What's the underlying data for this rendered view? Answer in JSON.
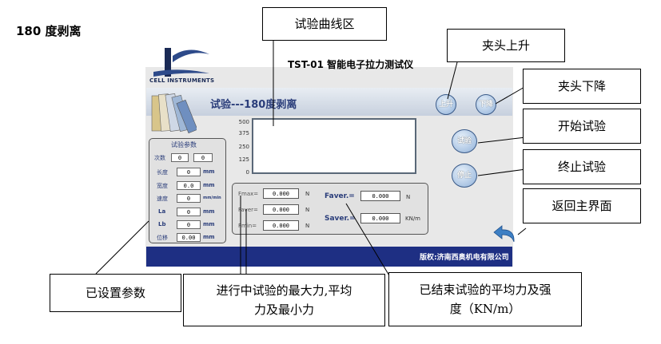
{
  "heading": "180 度剥离",
  "logo": {
    "text": "CELL INSTRUMENTS"
  },
  "device_title": "TST-01  智能电子拉力测试仪",
  "screen_title": "试验---180度剥离",
  "chart": {
    "y_ticks": [
      "500",
      "375",
      "250",
      "125",
      "0"
    ]
  },
  "params": {
    "title": "试验参数",
    "count": {
      "label": "次数",
      "value1": "0",
      "value2": "0"
    },
    "length": {
      "label": "长度",
      "value": "0",
      "unit": "mm"
    },
    "width": {
      "label": "宽度",
      "value": "0.0",
      "unit": "mm"
    },
    "speed": {
      "label": "速度",
      "value": "0",
      "unit": "mm/min"
    },
    "la": {
      "label": "La",
      "value": "0",
      "unit": "mm"
    },
    "lb": {
      "label": "Lb",
      "value": "0",
      "unit": "mm"
    },
    "offset": {
      "label": "位移",
      "value": "0.00",
      "unit": "mm"
    }
  },
  "results": {
    "fmax": {
      "label": "Fmax=",
      "value": "0.000",
      "unit": "N"
    },
    "faver_small": {
      "label": "Faver=",
      "value": "0.000",
      "unit": "N"
    },
    "fmin": {
      "label": "Fmin=",
      "value": "0.000",
      "unit": "N"
    },
    "faver": {
      "label": "Faver.=",
      "value": "0.000",
      "unit": "N"
    },
    "saver": {
      "label": "Saver.=",
      "value": "0.000",
      "unit": "KN/m"
    }
  },
  "buttons": {
    "up": "上升",
    "down": "下降",
    "start": "试验",
    "stop": "停止"
  },
  "footer": "版权:济南西奥机电有限公司",
  "callouts": {
    "curve_area": "试验曲线区",
    "clamp_up": "夹头上升",
    "clamp_down": "夹头下降",
    "start_test": "开始试验",
    "stop_test": "终止试验",
    "return_main": "返回主界面",
    "set_params": "已设置参数",
    "in_progress_line1": "进行中试验的最大力,平均",
    "in_progress_line2": "力及最小力",
    "finished_line1": "已结束试验的平均力及强",
    "finished_line2": "度（KN/m）"
  },
  "colors": {
    "footer_bg": "#1e2f83",
    "label_blue": "#2a3d7a",
    "back_arrow": "#3d7fc4"
  }
}
